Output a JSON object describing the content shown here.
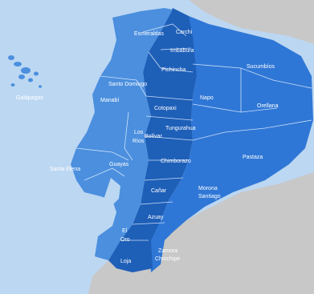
{
  "colors": {
    "ocean": "#bcd7f2",
    "neighbor": "#c8c8c8",
    "coast": "#4b8fde",
    "sierra": "#1e5fb8",
    "amazon": "#2f77d6",
    "label": "#ffffff"
  },
  "labels": {
    "galapagos": "Galápagos",
    "esmeraldas": "Esmeraldas",
    "carchi": "Carchi",
    "imbabura": "Imbabura",
    "pichincha": "Pichincha",
    "santo_domingo": "Santo Domingo",
    "manabi": "Manabí",
    "sucumbios": "Sucumbíos",
    "napo": "Napo",
    "orellana": "Orellana",
    "cotopaxi": "Cotopaxi",
    "tungurahua": "Tungurahua",
    "los_rios_1": "Los",
    "los_rios_2": "Ríos",
    "bolivar": "Bolívar",
    "pastaza": "Pastaza",
    "santa_elena": "Santa Elena",
    "guayas": "Guayas",
    "chimborazo": "Chimborazo",
    "canar": "Cañar",
    "morona_1": "Morona",
    "morona_2": "Santiago",
    "azuay": "Azuay",
    "el_oro_1": "El",
    "el_oro_2": "Oro",
    "zamora_1": "Zamora",
    "zamora_2": "Chinchipe",
    "loja": "Loja"
  }
}
